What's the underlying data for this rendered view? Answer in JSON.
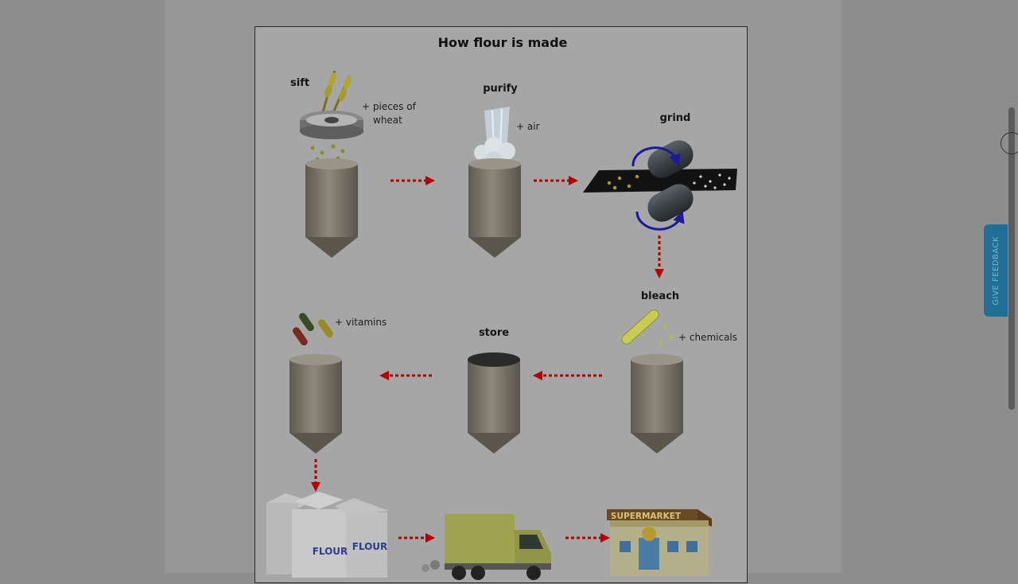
{
  "diagram": {
    "title": "How flour is made",
    "stages": {
      "sift": "sift",
      "purify": "purify",
      "grind": "grind",
      "bleach": "bleach",
      "store": "store"
    },
    "notes": {
      "wheat_line1": "+ pieces of",
      "wheat_line2": "wheat",
      "air": "+ air",
      "chemicals": "+ chemicals",
      "vitamins": "+ vitamins"
    },
    "bag_label": "FLOUR",
    "shop_sign": "SUPERMARKET",
    "colors": {
      "arrow": "#b50000",
      "silo": "#7e786c",
      "sheet": "#a6a6a6",
      "rotation": "#1a1a9a"
    }
  },
  "feedback": {
    "label": "GIVE FEEDBACK"
  }
}
